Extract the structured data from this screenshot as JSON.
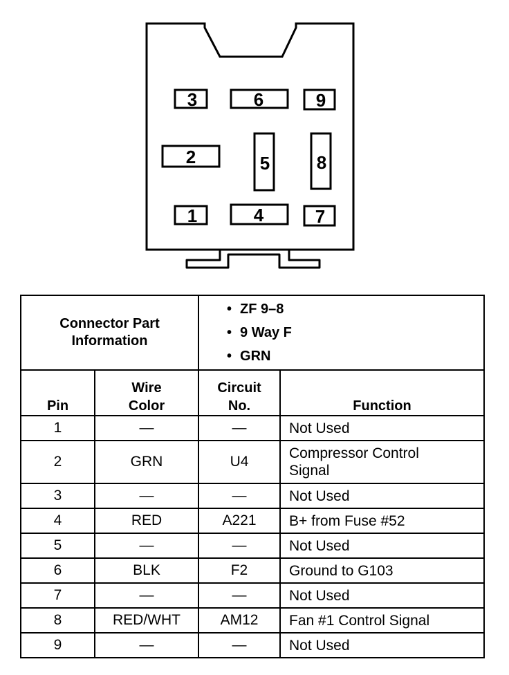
{
  "connector": {
    "pins": [
      "1",
      "2",
      "3",
      "4",
      "5",
      "6",
      "7",
      "8",
      "9"
    ]
  },
  "table": {
    "part_info_label_line1": "Connector Part",
    "part_info_label_line2": "Information",
    "part_info": [
      "ZF 9–8",
      "9 Way F",
      "GRN"
    ],
    "headers": {
      "pin": "Pin",
      "wire_color_line1": "Wire",
      "wire_color_line2": "Color",
      "circuit_line1": "Circuit",
      "circuit_line2": "No.",
      "function": "Function"
    },
    "rows": [
      {
        "pin": "1",
        "wire": "—",
        "circuit": "—",
        "function": "Not Used"
      },
      {
        "pin": "2",
        "wire": "GRN",
        "circuit": "U4",
        "function": "Compressor Control Signal"
      },
      {
        "pin": "3",
        "wire": "—",
        "circuit": "—",
        "function": "Not Used"
      },
      {
        "pin": "4",
        "wire": "RED",
        "circuit": "A221",
        "function": "B+ from Fuse #52"
      },
      {
        "pin": "5",
        "wire": "—",
        "circuit": "—",
        "function": "Not Used"
      },
      {
        "pin": "6",
        "wire": "BLK",
        "circuit": "F2",
        "function": "Ground to G103"
      },
      {
        "pin": "7",
        "wire": "—",
        "circuit": "—",
        "function": "Not Used"
      },
      {
        "pin": "8",
        "wire": "RED/WHT",
        "circuit": "AM12",
        "function": "Fan #1 Control Signal"
      },
      {
        "pin": "9",
        "wire": "—",
        "circuit": "—",
        "function": "Not Used"
      }
    ]
  }
}
